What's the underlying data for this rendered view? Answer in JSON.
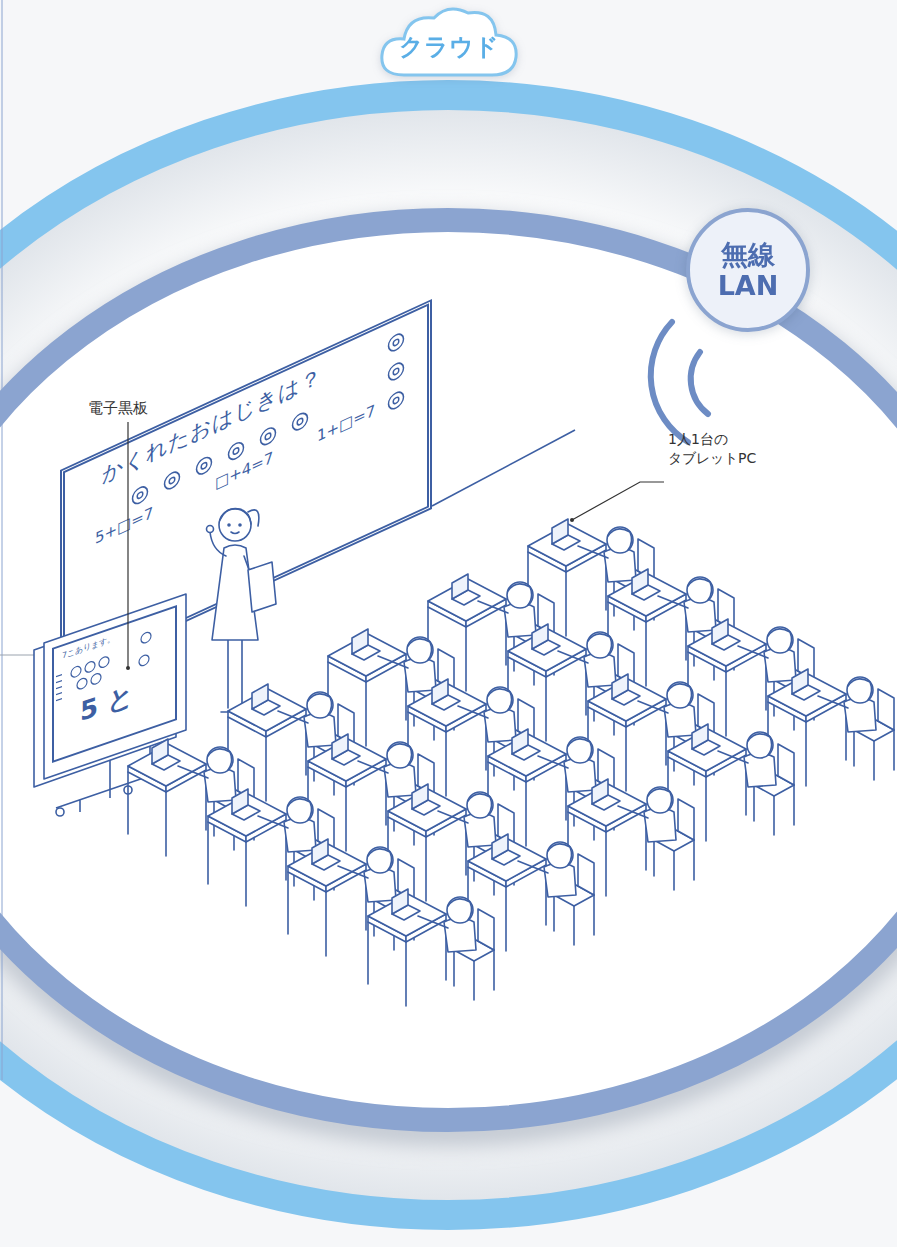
{
  "diagram": {
    "nodes": [
      {
        "text": [
          "クラウド"
        ]
      },
      {
        "text": [
          "無線 LAN"
        ]
      },
      {
        "text": [
          "かくれたおはじきは？",
          "5+□=7",
          "□+4=7",
          "1+□=7"
        ]
      },
      {
        "text": [
          "7こあります。",
          "5 と"
        ]
      }
    ],
    "labels": [
      "電子黒板",
      "1人1台の タブレットPC"
    ]
  }
}
